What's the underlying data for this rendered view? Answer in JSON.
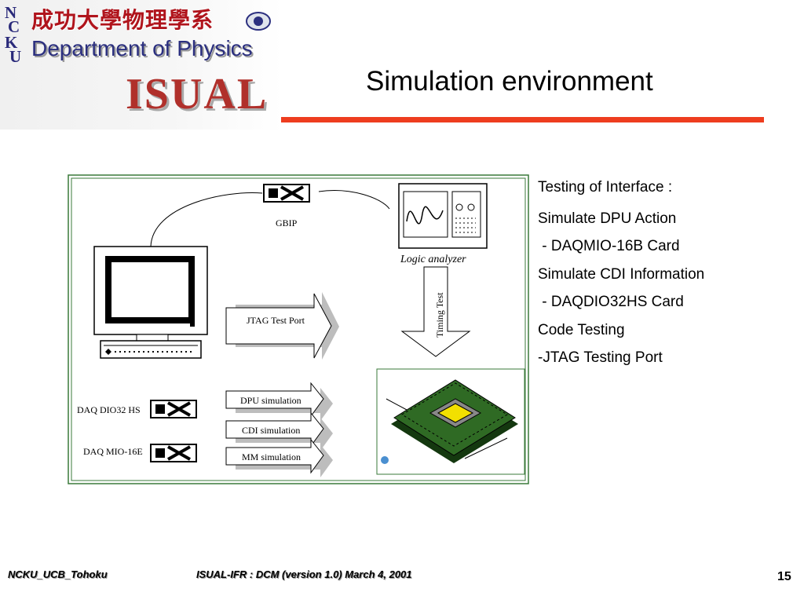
{
  "header": {
    "ncku_letters": [
      "N",
      "C",
      "K",
      "U"
    ],
    "logo_chinese": "成功大學物理學系",
    "logo_department": "Department of Physics",
    "logo_isual": "ISUAL",
    "title": "Simulation environment",
    "accent_color": "#ee3d1f"
  },
  "diagram": {
    "gbip_label": "GBIP",
    "logic_analyzer_label": "Logic analyzer",
    "timing_test_label": "Timing Test",
    "jtag_port_label": "JTAG Test Port",
    "daq_dio_label": "DAQ DIO32 HS",
    "daq_mio_label": "DAQ MIO-16E",
    "dpu_sim_label": "DPU simulation",
    "cdi_sim_label": "CDI simulation",
    "mm_sim_label": "MM simulation",
    "border_color": "#3a7a3a",
    "chip_color": "#f2e000",
    "board_color": "#1f4f18",
    "icons": [
      "gpib-card-icon",
      "logic-analyzer-icon",
      "computer-monitor-icon",
      "keyboard-icon",
      "daq-card-icon",
      "circuit-board-icon"
    ]
  },
  "info": {
    "lines": [
      "Testing of Interface :",
      "Simulate DPU Action",
      " - DAQMIO-16B Card",
      "Simulate CDI Information",
      " - DAQDIO32HS Card",
      "Code Testing",
      "-JTAG Testing Port"
    ]
  },
  "footer": {
    "left": "NCKU_UCB_Tohoku",
    "center": "ISUAL-IFR : DCM (version 1.0)  March 4, 2001",
    "page_number": "15"
  }
}
